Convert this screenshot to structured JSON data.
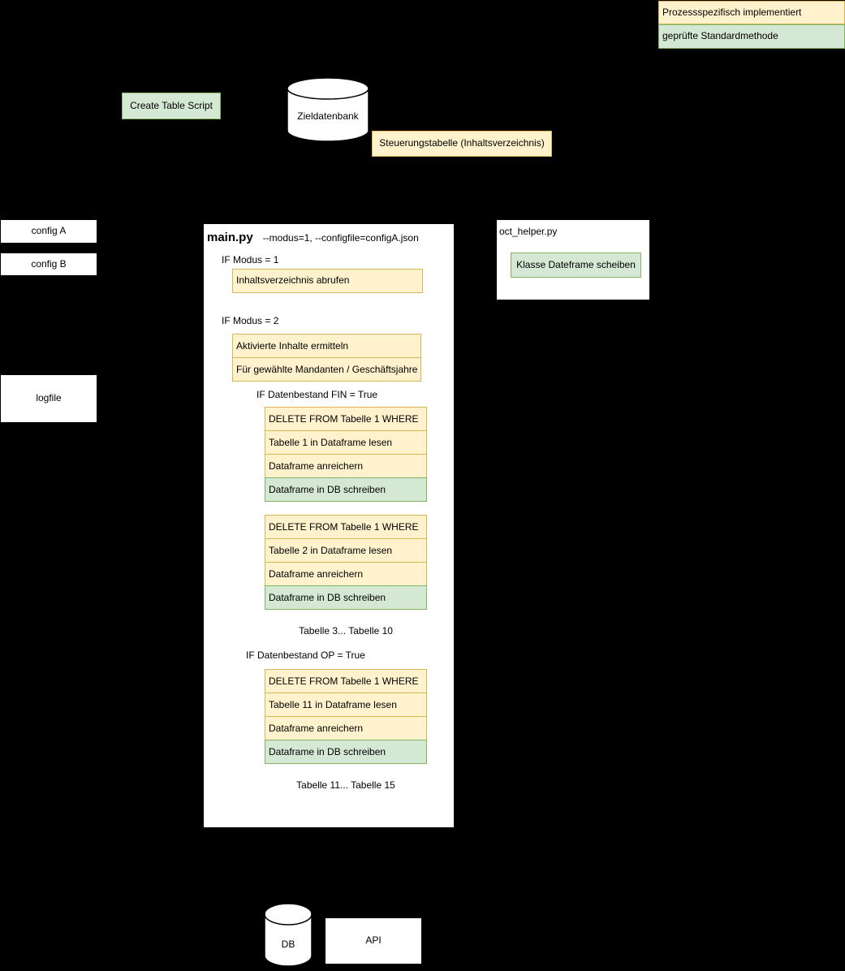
{
  "colors": {
    "background": "#000000",
    "process_specific_fill": "#FFF2CC",
    "process_specific_border": "#D6B656",
    "standard_method_fill": "#D5E8D4",
    "standard_method_border": "#82B366",
    "panel_fill": "#FFFFFF",
    "text": "#000000"
  },
  "legend": {
    "items": [
      {
        "label": "Prozessspezifisch implementiert",
        "type": "yellow"
      },
      {
        "label": "geprüfte Standardmethode",
        "type": "green"
      }
    ]
  },
  "top": {
    "create_table_script": "Create Table Script",
    "target_database": "Zieldatenbank",
    "control_table": "Steuerungstabelle (Inhaltsverzeichnis)"
  },
  "left": {
    "config_a": "config A",
    "config_b": "config B",
    "logfile": "logfile"
  },
  "main_panel": {
    "title": "main.py",
    "args": "--modus=1, --configfile=configA.json",
    "if_modus_1": "IF Modus = 1",
    "modus1_step": "Inhaltsverzeichnis abrufen",
    "if_modus_2": "IF Modus = 2",
    "modus2_steps": [
      {
        "label": "Aktivierte Inhalte ermitteln",
        "type": "yellow"
      },
      {
        "label": "Für gewählte Mandanten / Geschäftsjahre",
        "type": "yellow"
      }
    ],
    "if_fin": "IF Datenbestand FIN = True",
    "blocks": [
      {
        "rows": [
          {
            "label": "DELETE FROM Tabelle 1 WHERE",
            "type": "yellow"
          },
          {
            "label": "Tabelle 1 in Dataframe lesen",
            "type": "yellow"
          },
          {
            "label": "Dataframe anreichern",
            "type": "yellow"
          },
          {
            "label": "Dataframe in DB schreiben",
            "type": "green"
          }
        ]
      },
      {
        "rows": [
          {
            "label": "DELETE FROM Tabelle 1 WHERE",
            "type": "yellow"
          },
          {
            "label": "Tabelle 2 in Dataframe lesen",
            "type": "yellow"
          },
          {
            "label": "Dataframe anreichern",
            "type": "yellow"
          },
          {
            "label": "Dataframe in DB schreiben",
            "type": "green"
          }
        ]
      },
      {
        "rows": [
          {
            "label": "DELETE FROM Tabelle 1 WHERE",
            "type": "yellow"
          },
          {
            "label": "Tabelle 11 in Dataframe lesen",
            "type": "yellow"
          },
          {
            "label": "Dataframe anreichern",
            "type": "yellow"
          },
          {
            "label": "Dataframe in DB schreiben",
            "type": "green"
          }
        ]
      }
    ],
    "tabelle_range_fin": "Tabelle 3... Tabelle 10",
    "if_op": "IF Datenbestand OP = True",
    "tabelle_range_op": "Tabelle 11... Tabelle 15"
  },
  "helper_panel": {
    "title": "oct_helper.py",
    "method": "Klasse Dateframe scheiben"
  },
  "bottom": {
    "db": "DB",
    "api": "API"
  }
}
